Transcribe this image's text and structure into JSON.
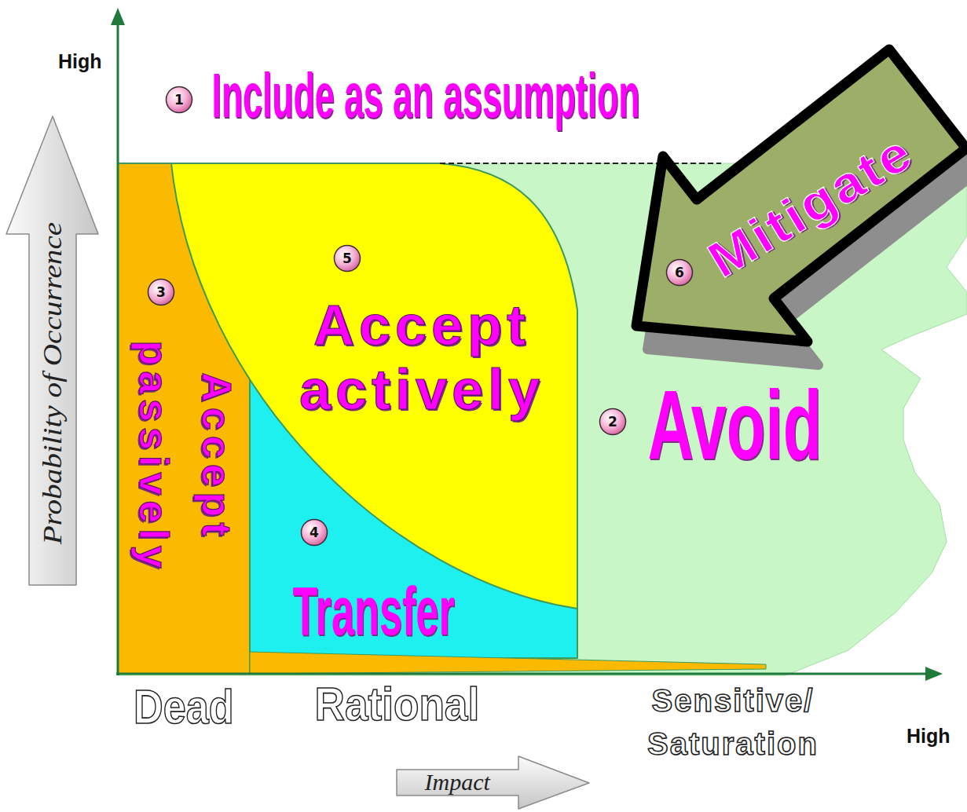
{
  "diagram": {
    "nodes": [
      {
        "text": [
          "Probability of Occurrence"
        ]
      },
      {
        "text": [
          "1"
        ]
      },
      {
        "text": [
          "Avoid"
        ]
      },
      {
        "text": [
          "2"
        ],
        "in": 2
      },
      {
        "text": [
          "Accept passively"
        ]
      },
      {
        "text": [
          "3"
        ],
        "in": 4
      },
      {
        "text": [
          "Accept actively"
        ]
      },
      {
        "text": [
          "5"
        ],
        "in": 6
      },
      {
        "text": [
          "Transfer"
        ]
      },
      {
        "text": [
          "4"
        ],
        "in": 8
      },
      {
        "text": [
          "Mitigate"
        ]
      },
      {
        "text": [
          "6"
        ],
        "in": 10
      },
      {
        "text": [
          "Impact"
        ]
      }
    ],
    "labels": [
      "High",
      "Include as an assumption",
      "Dead",
      "Rational",
      "Sensitive/ Saturation",
      "High"
    ]
  }
}
